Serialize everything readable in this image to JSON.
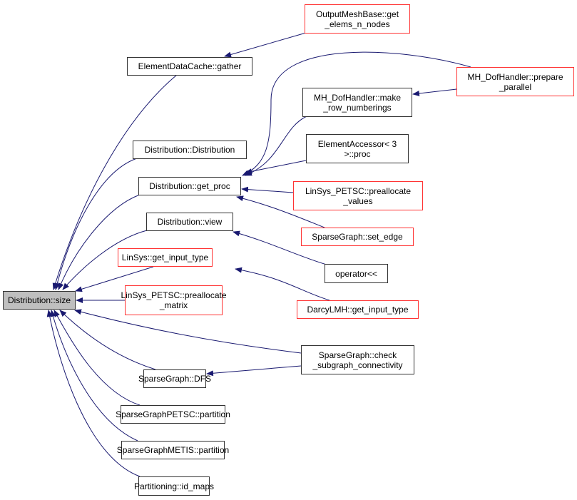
{
  "colors": {
    "edge": "#191970",
    "root_fill": "#bfbfbf",
    "truncated_border": "#ff3333",
    "border": "#333333"
  },
  "nodes": {
    "size": "Distribution::size",
    "gather": "ElementDataCache::gather",
    "distribution": "Distribution::Distribution",
    "get_proc": "Distribution::get_proc",
    "view": "Distribution::view",
    "linsys_get_input_type": "LinSys::get_input_type",
    "preallocate_matrix": "LinSys_PETSC::preallocate\n_matrix",
    "dfs": "SparseGraph::DFS",
    "petsc_partition": "SparseGraphPETSC::partition",
    "metis_partition": "SparseGraphMETIS::partition",
    "id_maps": "Partitioning::id_maps",
    "get_elems_n_nodes": "OutputMeshBase::get\n_elems_n_nodes",
    "prepare_parallel": "MH_DofHandler::prepare\n_parallel",
    "make_row_numberings": "MH_DofHandler::make\n_row_numberings",
    "element_accessor_proc": "ElementAccessor< 3\n >::proc",
    "preallocate_values": "LinSys_PETSC::preallocate\n_values",
    "set_edge": "SparseGraph::set_edge",
    "operator_out": "operator<<",
    "darcy_get_input_type": "DarcyLMH::get_input_type",
    "check_subgraph": "SparseGraph::check\n_subgraph_connectivity"
  },
  "edges": [
    [
      "gather",
      "size"
    ],
    [
      "distribution",
      "size"
    ],
    [
      "get_proc",
      "size"
    ],
    [
      "view",
      "size"
    ],
    [
      "linsys_get_input_type",
      "size"
    ],
    [
      "preallocate_matrix",
      "size"
    ],
    [
      "check_subgraph",
      "size"
    ],
    [
      "dfs",
      "size"
    ],
    [
      "petsc_partition",
      "size"
    ],
    [
      "metis_partition",
      "size"
    ],
    [
      "id_maps",
      "size"
    ],
    [
      "get_elems_n_nodes",
      "gather"
    ],
    [
      "prepare_parallel",
      "get_proc"
    ],
    [
      "make_row_numberings",
      "get_proc"
    ],
    [
      "element_accessor_proc",
      "get_proc"
    ],
    [
      "preallocate_values",
      "get_proc"
    ],
    [
      "set_edge",
      "get_proc"
    ],
    [
      "prepare_parallel",
      "make_row_numberings"
    ],
    [
      "operator_out",
      "view"
    ],
    [
      "darcy_get_input_type",
      "linsys_get_input_type"
    ],
    [
      "check_subgraph",
      "dfs"
    ]
  ]
}
